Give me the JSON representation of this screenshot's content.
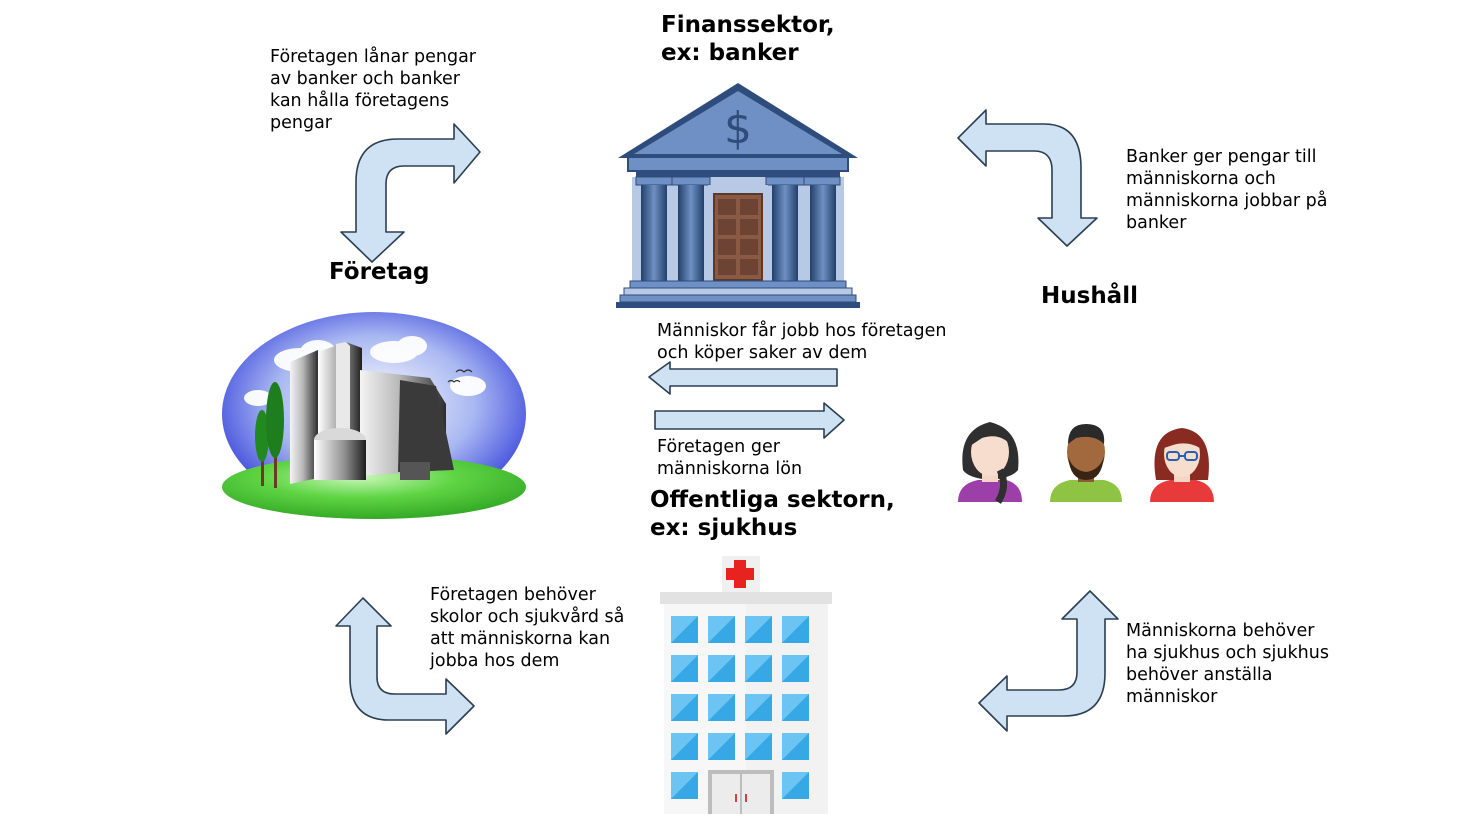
{
  "nodes": {
    "finance": "Finanssektor,\nex: banker",
    "companies": "Företag",
    "households": "Hushåll",
    "public": "Offentliga sektorn,\nex: sjukhus"
  },
  "relations": {
    "companies_finance": "Företagen lånar pengar\nav banker och banker\nkan hålla företagens\npengar",
    "finance_households": "Banker ger pengar till\nmänniskorna och\nmänniskorna jobbar på\nbanker",
    "households_to_companies": "Människor får jobb hos företagen\noch köper saker av dem",
    "companies_to_households": "Företagen ger\nmänniskorna lön",
    "companies_public": "Företagen behöver\nskolor och sjukvård så\natt människorna kan\njobba hos dem",
    "households_public": "Människorna behöver\nha sjukhus och sjukhus\nbehöver anställa\nmänniskor"
  },
  "colors": {
    "arrow_fill": "#cfe2f3",
    "arrow_stroke": "#2b3f52",
    "bank_blue": "#6f90c4",
    "bank_dark": "#2e4d7c",
    "door": "#8b5a44",
    "sky": "#2b36d8",
    "grass": "#4fce38",
    "window_blue": "#36a8e6",
    "cross_red": "#e8231f"
  },
  "icons": [
    "bank-icon",
    "factory-icon",
    "people-icon",
    "hospital-icon"
  ]
}
